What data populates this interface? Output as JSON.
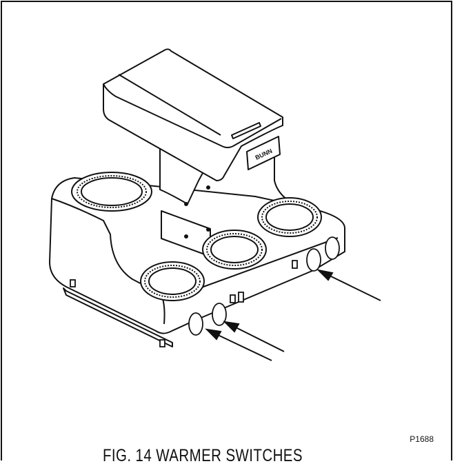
{
  "figure": {
    "reference_code": "P1688",
    "caption": "FIG. 14 WARMER SWITCHES",
    "brand_badge": "BUNN"
  },
  "colors": {
    "line": "#111111",
    "background": "#ffffff"
  }
}
